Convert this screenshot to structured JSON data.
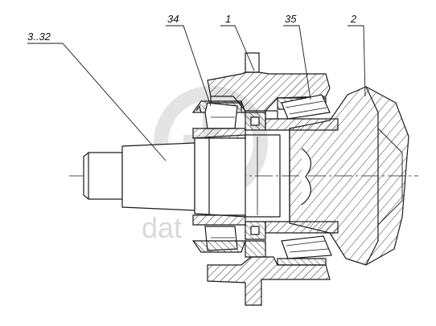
{
  "labels": {
    "part_3_32": "3..32",
    "part_34": "34",
    "part_1": "1",
    "part_35": "35",
    "part_2": "2"
  },
  "watermark": {
    "text": "dat"
  },
  "colors": {
    "line": "#1a1a1a",
    "hatch": "#2a2a2a",
    "watermark": "#d2d2d2"
  }
}
